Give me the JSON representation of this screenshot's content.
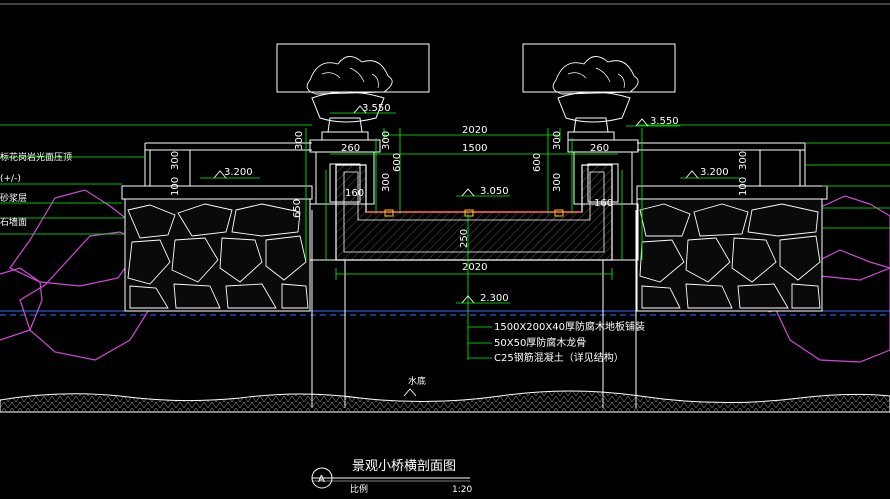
{
  "drawing": {
    "title": "景观小桥横剖面图",
    "scale_label": "比例",
    "scale_value": "1:20",
    "section_mark": "A"
  },
  "dimensions": {
    "top_span": "2020",
    "inner_span": "1500",
    "bottom_span": "2020",
    "post_width_left": "260",
    "post_width_right": "260",
    "left_300_a": "300",
    "left_600": "600",
    "left_300_b": "300",
    "right_600": "600",
    "right_300_a": "300",
    "right_300_b": "300",
    "left_outer_300": "300",
    "left_outer_100": "100",
    "left_outer_650": "650",
    "right_outer_300": "300",
    "right_outer_100": "100",
    "curb_160_left": "160",
    "curb_160_right": "160",
    "slab_250": "250"
  },
  "levels": {
    "top_left": "3.550",
    "top_right": "3.550",
    "deck_left": "3.200",
    "deck_right": "3.200",
    "bridge_deck": "3.050",
    "water": "2.300"
  },
  "notes": {
    "deck_boards": "1500X200X40厚防腐木地板铺装",
    "joists": "50X50厚防腐木龙骨",
    "concrete": "C25钢筋混凝土（详见结构）",
    "water_bottom": "水底"
  },
  "left_callouts": {
    "line1": "标花岗岩光面压顶",
    "line2": "(+/-)",
    "line3": "砂浆层",
    "line4": "石墙面"
  },
  "colors": {
    "background": "#000000",
    "structure": "#ffffff",
    "dimension": "#00ff00",
    "rock": "#d04ad6",
    "water": "#3a6bff",
    "hatch": "#9a9a9a",
    "ground": "#ffffff"
  }
}
